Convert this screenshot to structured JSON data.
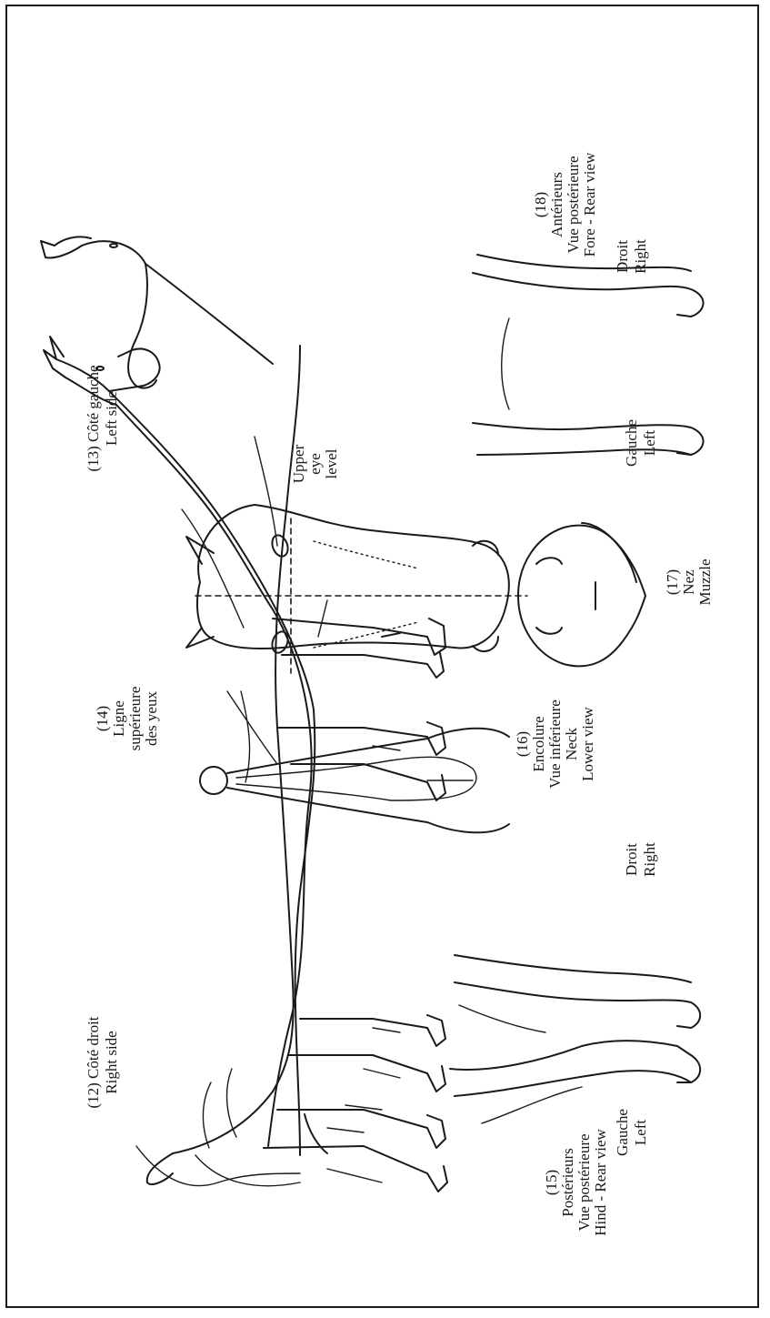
{
  "labels": {
    "right_side": {
      "line1": "(12)  Côté droit",
      "line2": "Right side"
    },
    "left_side": {
      "line1": "(13)  Côté gauche",
      "line2": "Left side"
    },
    "eye_line": {
      "line1": "(14)",
      "line2": "Ligne",
      "line3": "supérieure",
      "line4": "des yeux"
    },
    "hind": {
      "line1": "(15)",
      "line2": "Postérieurs",
      "line3": "Vue postérieure",
      "line4": "Hind - Rear view",
      "left1": "Gauche",
      "left2": "Left",
      "right1": "Droit",
      "right2": "Right"
    },
    "neck": {
      "line1": "(16)",
      "line2": "Encolure",
      "line3": "Vue inférieure",
      "line4": "Neck",
      "line5": "Lower view"
    },
    "muzzle": {
      "line1": "(17)",
      "line2": "Nez",
      "line3": "Muzzle"
    },
    "upper_eye": {
      "line1": "Upper",
      "line2": "eye",
      "line3": "level"
    },
    "fore": {
      "line1": "(18)",
      "line2": "Antérieurs",
      "line3": "Vue postérieure",
      "line4": "Fore - Rear view",
      "left1": "Gauche",
      "left2": "Left",
      "right1": "Droit",
      "right2": "Right"
    }
  }
}
